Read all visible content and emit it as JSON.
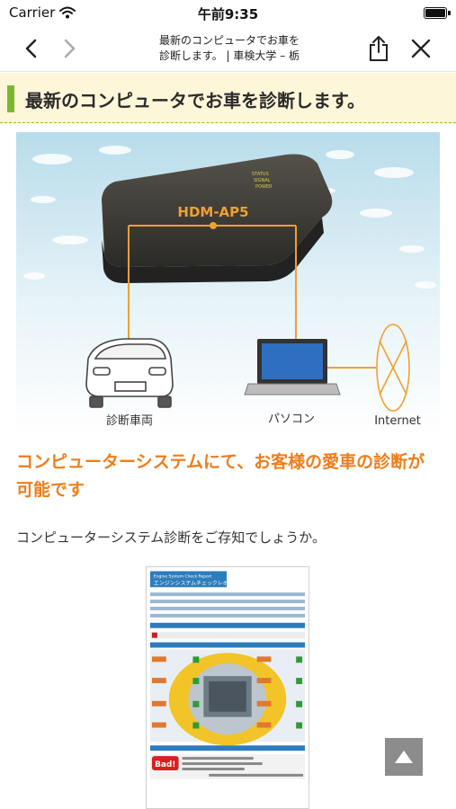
{
  "status_bar": {
    "carrier": "Carrier",
    "time": "午前9:35"
  },
  "nav": {
    "title_line1": "最新のコンピュータでお車を",
    "title_line2": "診断します。 | 車検大学 – 栃"
  },
  "page": {
    "heading": "最新のコンピュータでお車を診断します。",
    "hero": {
      "device_label": "HDM-AP5",
      "car_label": "診断車両",
      "pc_label": "パソコン",
      "internet_label": "Internet"
    },
    "subheading": "コンピューターシステムにて、お客様の愛車の診断が可能です",
    "body_text": "コンピューターシステム診断をご存知でしょうか。",
    "report": {
      "title_en": "Engine System Check Report",
      "title_jp": "エンジンシステムチェックレポート",
      "bad_label": "Bad!"
    }
  },
  "colors": {
    "accent": "#ef7d1a",
    "green": "#7cb82f",
    "band": "#fdf6d8"
  }
}
